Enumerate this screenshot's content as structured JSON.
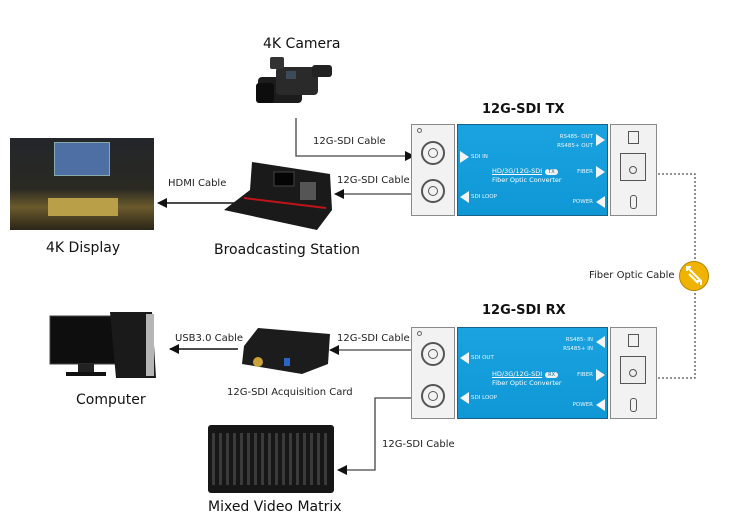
{
  "devices": {
    "camera": {
      "label": "4K Camera"
    },
    "display": {
      "label": "4K Display"
    },
    "broadcasting_station": {
      "label": "Broadcasting Station"
    },
    "computer": {
      "label": "Computer"
    },
    "acquisition_card": {
      "label": "12G-SDI Acquisition Card"
    },
    "video_matrix": {
      "label": "Mixed Video Matrix"
    }
  },
  "converters": {
    "tx": {
      "title": "12G-SDI TX",
      "left_ports": [
        "SDI IN",
        "SDI LOOP"
      ],
      "right_ports": [
        "RS485- OUT",
        "RS485+ OUT",
        "FIBER",
        "POWER"
      ],
      "center_line1": "HD/3G/12G-SDI",
      "badge": "TX",
      "center_line2": "Fiber Optic Converter"
    },
    "rx": {
      "title": "12G-SDI RX",
      "left_ports": [
        "SDI OUT",
        "SDI LOOP"
      ],
      "right_ports": [
        "RS485- IN",
        "RS485+ IN",
        "FIBER",
        "POWER"
      ],
      "center_line1": "HD/3G/12G-SDI",
      "badge": "RX",
      "center_line2": "Fiber Optic Converter"
    }
  },
  "cables": {
    "camera_to_tx": "12G-SDI Cable",
    "tx_to_station": "12G-SDI Cable",
    "station_to_display": "HDMI Cable",
    "fiber": "Fiber Optic Cable",
    "rx_to_card": "12G-SDI Cable",
    "card_to_computer": "USB3.0 Cable",
    "rx_to_matrix": "12G-SDI Cable"
  },
  "colors": {
    "panel_blue": "#13a0dd",
    "fiber_icon": "#f0b400",
    "line": "#333333"
  }
}
